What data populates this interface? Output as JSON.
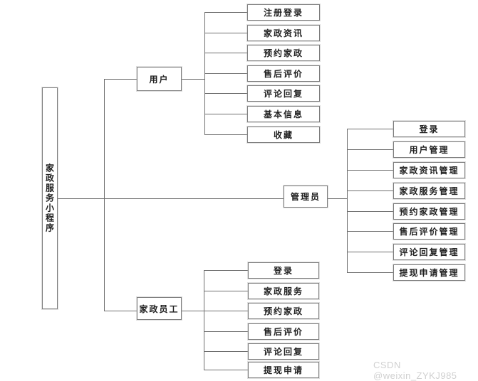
{
  "diagram": {
    "root": {
      "label": "家政服务小程序"
    },
    "branches": [
      {
        "label": "用户",
        "leaves": [
          "注册登录",
          "家政资讯",
          "预约家政",
          "售后评价",
          "评论回复",
          "基本信息",
          "收藏"
        ]
      },
      {
        "label": "管理员",
        "leaves": [
          "登录",
          "用户管理",
          "家政资讯管理",
          "家政服务管理",
          "预约家政管理",
          "售后评价管理",
          "评论回复管理",
          "提现申请管理"
        ]
      },
      {
        "label": "家政员工",
        "leaves": [
          "登录",
          "家政服务",
          "预约家政",
          "售后评价",
          "评论回复",
          "提现申请"
        ]
      }
    ]
  },
  "watermark": {
    "text": "CSDN @weixin_ZYKJ985"
  },
  "colors": {
    "background": "#ffffff",
    "line": "#6f6f6f",
    "box_border": "#7d7d7d",
    "text": "#212121",
    "watermark": "#d0d0d0"
  }
}
